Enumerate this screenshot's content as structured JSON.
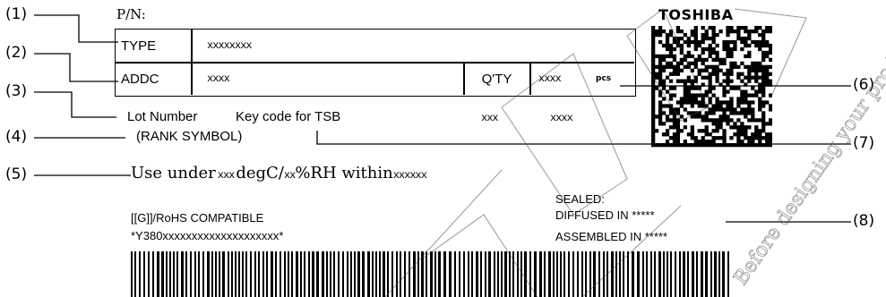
{
  "callouts": [
    "(1)",
    "(2)",
    "(3)",
    "(4)",
    "(5)",
    "(6)",
    "(7)",
    "(8)"
  ],
  "pn_label": "P/N:",
  "brand": "TOSHIBA",
  "table": {
    "type_label": "TYPE",
    "type_value": "xxxxxxxx",
    "addc_label": "ADDC",
    "addc_value": "xxxx",
    "qty_label": "Q'TY",
    "qty_value": "xxxx",
    "qty_unit": "pcs"
  },
  "lot_line": {
    "lot_number": "Lot Number",
    "key_code": "Key code for TSB",
    "xxx": "xxx",
    "xxxx": "xxxx"
  },
  "rank_symbol": "(RANK SYMBOL)",
  "use_line": {
    "prefix": "Use under ",
    "temp": "xxx",
    "mid": " degC/",
    "rh": "xx",
    "suffix": "%RH within ",
    "time": "xxxxxx"
  },
  "sealed": {
    "title": "SEALED:",
    "diffused": "DIFFUSED IN *****",
    "assembled": "ASSEMBLED IN *****"
  },
  "rohs": "[[G]]/RoHS COMPATIBLE",
  "barcode_text": "*Y380xxxxxxxxxxxxxxxxxxxx*",
  "watermark": "Before designing your product"
}
